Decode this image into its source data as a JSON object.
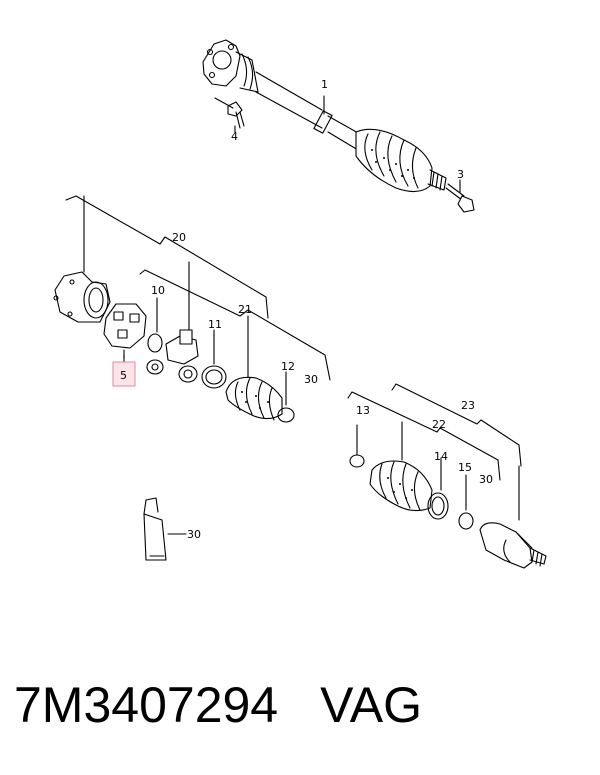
{
  "diagram": {
    "callouts": {
      "c1": "1",
      "c3": "3",
      "c4": "4",
      "c5": "5",
      "c10": "10",
      "c11": "11",
      "c12": "12",
      "c13": "13",
      "c14": "14",
      "c15": "15",
      "c20": "20",
      "c21": "21",
      "c22": "22",
      "c23": "23",
      "c30a": "30",
      "c30b": "30",
      "c30c": "30"
    },
    "highlight_color": "#f4b7c3"
  },
  "footer": {
    "part_number": "7M3407294",
    "brand": "VAG"
  }
}
